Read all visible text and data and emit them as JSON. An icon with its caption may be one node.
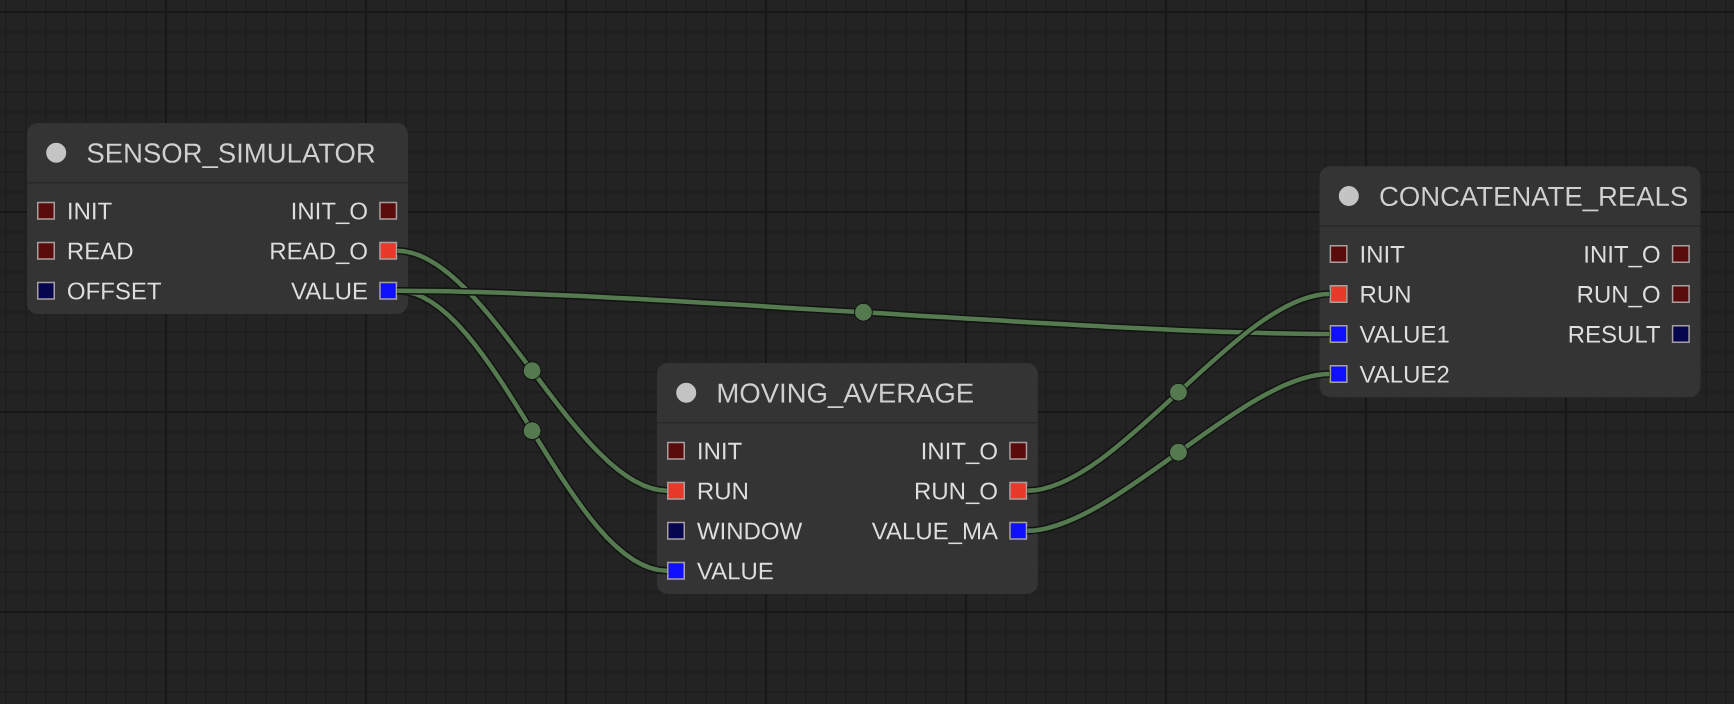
{
  "diagram": {
    "nodes": [
      {
        "text": [
          "SENSOR_SIMULATOR"
        ]
      },
      {
        "text": [],
        "shape": "box",
        "beside": [
          "INIT"
        ],
        "in": 0
      },
      {
        "text": [],
        "shape": "box",
        "beside": [
          "INIT_O"
        ],
        "in": 0
      },
      {
        "text": [],
        "shape": "box",
        "beside": [
          "READ"
        ],
        "in": 0
      },
      {
        "text": [],
        "shape": "box",
        "beside": [
          "READ_O"
        ],
        "in": 0
      },
      {
        "text": [],
        "shape": "box",
        "beside": [
          "OFFSET"
        ],
        "in": 0
      },
      {
        "text": [],
        "shape": "box",
        "beside": [
          "VALUE"
        ],
        "in": 0
      },
      {
        "text": [
          "MOVING_AVERAGE"
        ]
      },
      {
        "text": [],
        "shape": "box",
        "beside": [
          "INIT"
        ],
        "in": 7
      },
      {
        "text": [],
        "shape": "box",
        "beside": [
          "INIT_O"
        ],
        "in": 7
      },
      {
        "text": [],
        "shape": "box",
        "beside": [
          "RUN"
        ],
        "in": 7
      },
      {
        "text": [],
        "shape": "box",
        "beside": [
          "RUN_O"
        ],
        "in": 7
      },
      {
        "text": [],
        "shape": "box",
        "beside": [
          "WINDOW"
        ],
        "in": 7
      },
      {
        "text": [],
        "shape": "box",
        "beside": [
          "VALUE_MA"
        ],
        "in": 7
      },
      {
        "text": [],
        "shape": "box",
        "beside": [
          "VALUE"
        ],
        "in": 7
      },
      {
        "text": [
          "CONCATENATE_REALS"
        ]
      },
      {
        "text": [],
        "shape": "box",
        "beside": [
          "INIT"
        ],
        "in": 15
      },
      {
        "text": [],
        "shape": "box",
        "beside": [
          "INIT_O"
        ],
        "in": 15
      },
      {
        "text": [],
        "shape": "box",
        "beside": [
          "RUN"
        ],
        "in": 15
      },
      {
        "text": [],
        "shape": "box",
        "beside": [
          "RUN_O"
        ],
        "in": 15
      },
      {
        "text": [],
        "shape": "box",
        "beside": [
          "VALUE1"
        ],
        "in": 15
      },
      {
        "text": [],
        "shape": "box",
        "beside": [
          "RESULT"
        ],
        "in": 15
      },
      {
        "text": [],
        "shape": "box",
        "beside": [
          "VALUE2"
        ],
        "in": 15
      }
    ],
    "edges": [
      {
        "from": 4,
        "to": 10,
        "arrow": "none"
      },
      {
        "from": 6,
        "to": 14,
        "arrow": "none"
      },
      {
        "from": 6,
        "to": 20,
        "arrow": "none"
      },
      {
        "from": 11,
        "to": 18,
        "arrow": "none"
      },
      {
        "from": 13,
        "to": 22,
        "arrow": "none"
      }
    ]
  }
}
